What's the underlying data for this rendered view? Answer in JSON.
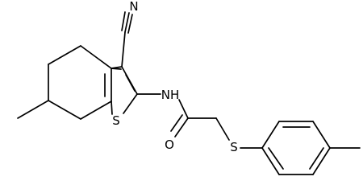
{
  "atoms": {
    "nitrile_N": "N",
    "amide_NH": "NH",
    "ring_S": "S",
    "carbonyl_O": "O",
    "thioether_S": "S"
  }
}
